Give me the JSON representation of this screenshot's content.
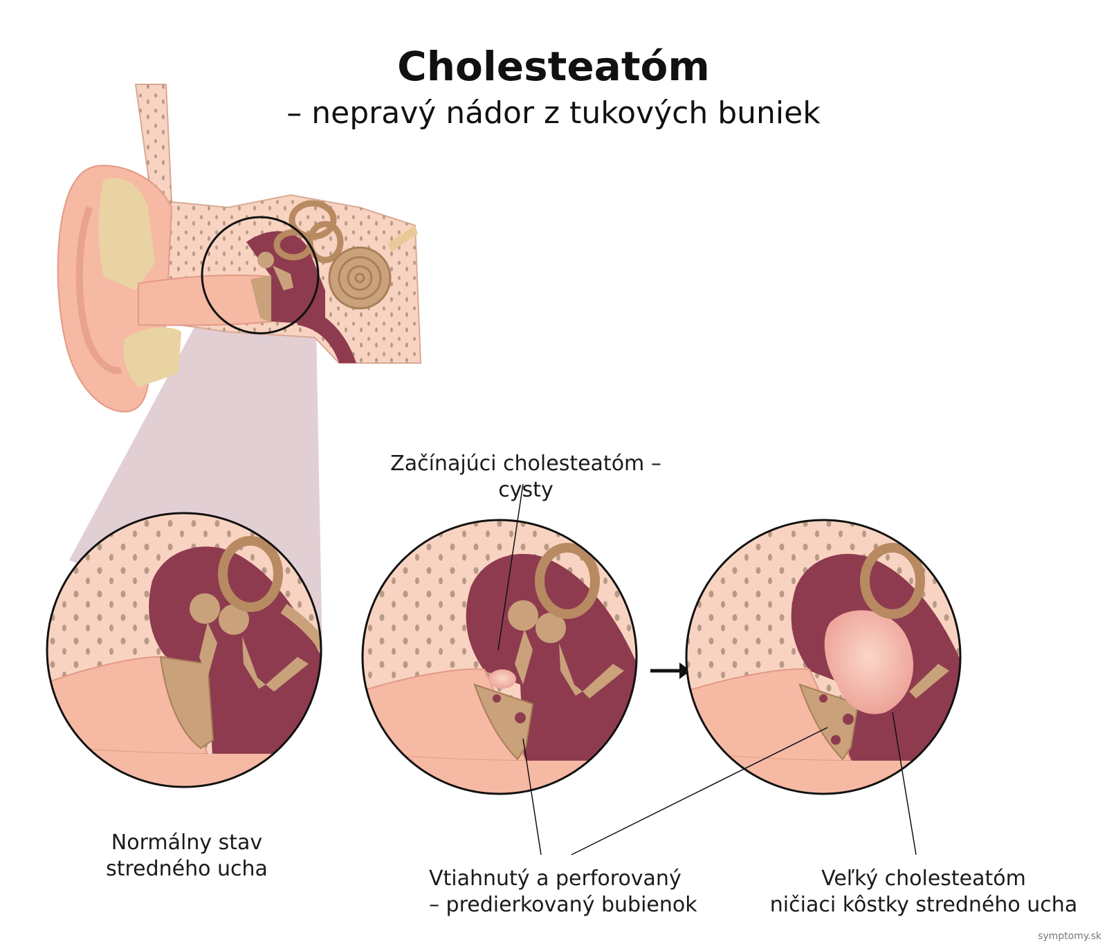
{
  "title": "Cholesteatóm",
  "subtitle": "– nepravý nádor z tukových buniek",
  "labels": {
    "normal_line1": "Normálny stav",
    "normal_line2": "stredného ucha",
    "early": "Začínajúci cholesteatóm – cysty",
    "drum_line1": "Vtiahnutý a perforovaný",
    "drum_line2": "– predierkovaný bubienok",
    "large_line1": "Veľký cholesteatóm",
    "large_line2": "ničiaci kôstky stredného ucha"
  },
  "watermark": "symptomy.sk",
  "colors": {
    "skin": "#f6b9a4",
    "bone": "#f9d3c1",
    "cavity": "#8e3b4f",
    "ossicle": "#c9a27b",
    "cartilage": "#ead3a2",
    "cyst": "#f3b3a6",
    "zoom": "#d8bfc6"
  }
}
